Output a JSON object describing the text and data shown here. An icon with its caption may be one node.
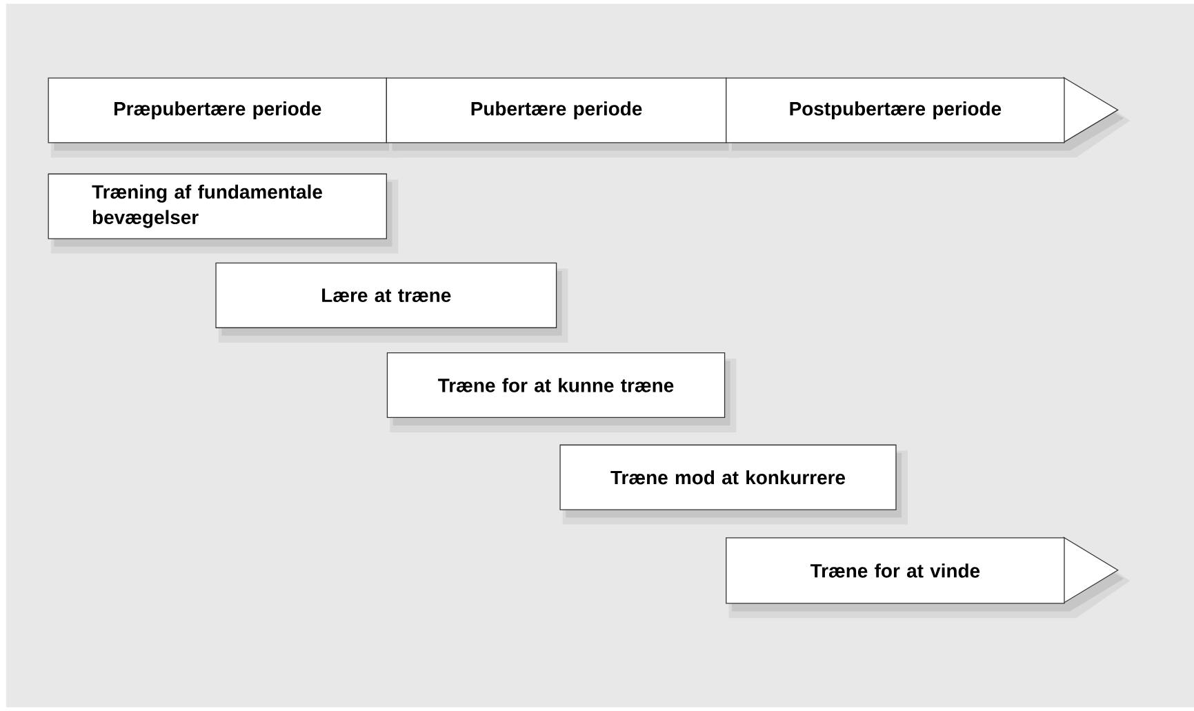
{
  "diagram": {
    "nodes": [
      {
        "text": [
          "Præpubertære periode"
        ]
      },
      {
        "text": [
          "Pubertære periode"
        ]
      },
      {
        "text": [
          "Postpubertære periode"
        ]
      },
      {
        "text": [
          "Træning af fundamentale bevægelser"
        ]
      },
      {
        "text": [
          "Lære at træne"
        ]
      },
      {
        "text": [
          "Træne for at kunne træne"
        ]
      },
      {
        "text": [
          "Træne mod at konkurrere"
        ]
      },
      {
        "text": [
          "Træne for at vinde"
        ]
      }
    ]
  }
}
